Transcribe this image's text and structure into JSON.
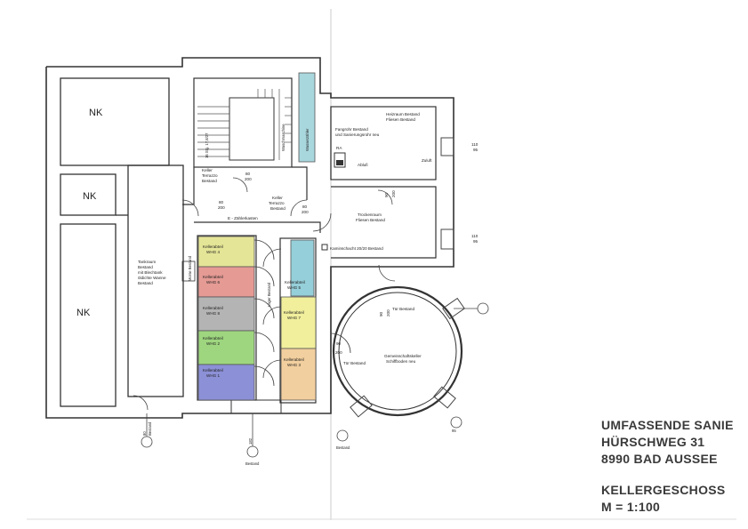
{
  "title_block": {
    "line1": "UMFASSENDE SANIE",
    "line2": "HÜRSCHWEG 31",
    "line3": "8990 BAD AUSSEE",
    "floor": "KELLERGESCHOSS",
    "scale": "M = 1:100"
  },
  "rooms": {
    "nk_1": "NK",
    "nk_2": "NK",
    "nk_3": "NK",
    "tank_1": "Tankraum",
    "tank_2": "Bestand",
    "tank_3": "mit Blechtank",
    "tank_4": "öldichte Wanne",
    "tank_5": "Bestand",
    "keller_a1": "Keller",
    "keller_a2": "Terrazzo",
    "keller_a3": "Bestand",
    "keller_b1": "Keller",
    "keller_b2": "Terrazzo",
    "keller_b3": "Bestand",
    "zaehler": "E - Zählerkasten",
    "heiz_1": "Heizraum Bestand",
    "heiz_2": "Fliesen Bestand",
    "fang_1": "Fangrohr Bestand",
    "fang_2": "und Sanierungsrohr neu",
    "ra": "RA",
    "ablufi": "Ablufi",
    "zuluft": "Zuluft",
    "trocken_1": "Trockenraum",
    "trocken_2": "Fliesen Bestand",
    "kamin": "Kaminschacht 20/20 Bestand",
    "gemein_1": "Gemeinschaftskeller",
    "gemein_2": "Schiffboden neu",
    "tuer_1": "Tür Bestand",
    "tuer_2": "Tür Bestand",
    "waschmaschine": "Waschmaschine",
    "wasserzaehler": "Wasserzähler",
    "lager": "Lager Bestand",
    "stiege": "16 Stg. 17,8/27",
    "morse": "Morse Bestand"
  },
  "storage": [
    {
      "label1": "Kellerabteil",
      "label2": "WHG 4",
      "color": "#e5e597"
    },
    {
      "label1": "Kellerabteil",
      "label2": "WHG 6",
      "color": "#e59a94"
    },
    {
      "label1": "Kellerabteil",
      "label2": "WHG 8",
      "color": "#b4b4b4"
    },
    {
      "label1": "Kellerabteil",
      "label2": "WHG 2",
      "color": "#9ed67f"
    },
    {
      "label1": "Kellerabteil",
      "label2": "WHG 1",
      "color": "#8c90d6"
    },
    {
      "label1": "Kellerabteil",
      "label2": "WHG 5",
      "color": "#95cfd9"
    },
    {
      "label1": "Kellerabteil",
      "label2": "WHG 7",
      "color": "#f1ef9c"
    },
    {
      "label1": "Kellerabteil",
      "label2": "WHG 3",
      "color": "#f2cf9e"
    }
  ],
  "dims": {
    "d_110a": "110",
    "d_95a": "95",
    "d_110b": "110",
    "d_95b": "95",
    "d_80a": "80",
    "d_200a": "200",
    "d_80b": "80",
    "d_200b": "200",
    "d_80c": "80",
    "d_200c": "200",
    "d_90a": "90",
    "d_200d": "200",
    "d_90b": "90",
    "d_200e": "200",
    "d_90c": "90",
    "d_200f": "200",
    "d_80d": "80",
    "d_bestand_a": "Bestand",
    "d_182": "182",
    "d_bestand_b": "Bestand",
    "d_bestand_c": "Bestand",
    "d_95c": "95"
  },
  "colors": {
    "line": "#333333",
    "shaft": "#a9d7de"
  }
}
